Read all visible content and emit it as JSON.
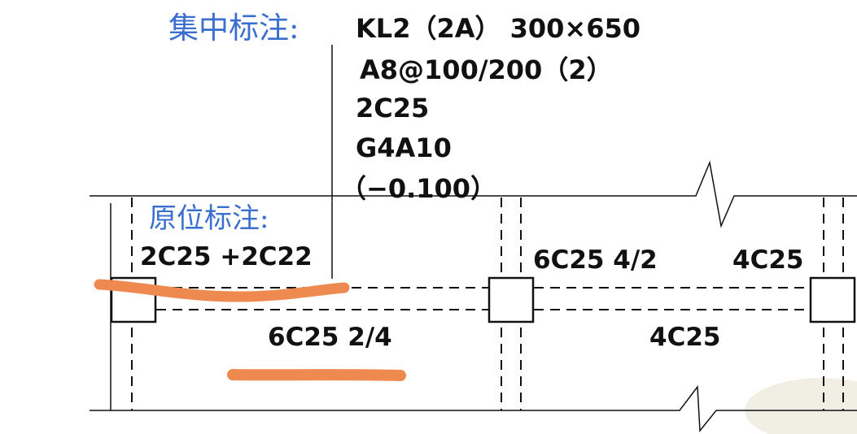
{
  "centralized_annotation": {
    "heading": "集中标注:",
    "line1": "KL2（2A） 300×650",
    "line2": "A8@100/200（2）",
    "line3": "2C25",
    "line4": "G4A10",
    "line5": "（−0.100）"
  },
  "in_situ_annotation": {
    "heading": "原位标注:",
    "left_support_top": "2C25 +2C22",
    "middle_support_top": "6C25 4/2",
    "right_support_top": "4C25",
    "span1_bottom": "6C25 2/4",
    "span2_bottom": "4C25"
  },
  "colors": {
    "blue_label": "#3a6fd0",
    "highlight_marker": "#ee8a4f",
    "line": "#111111"
  }
}
